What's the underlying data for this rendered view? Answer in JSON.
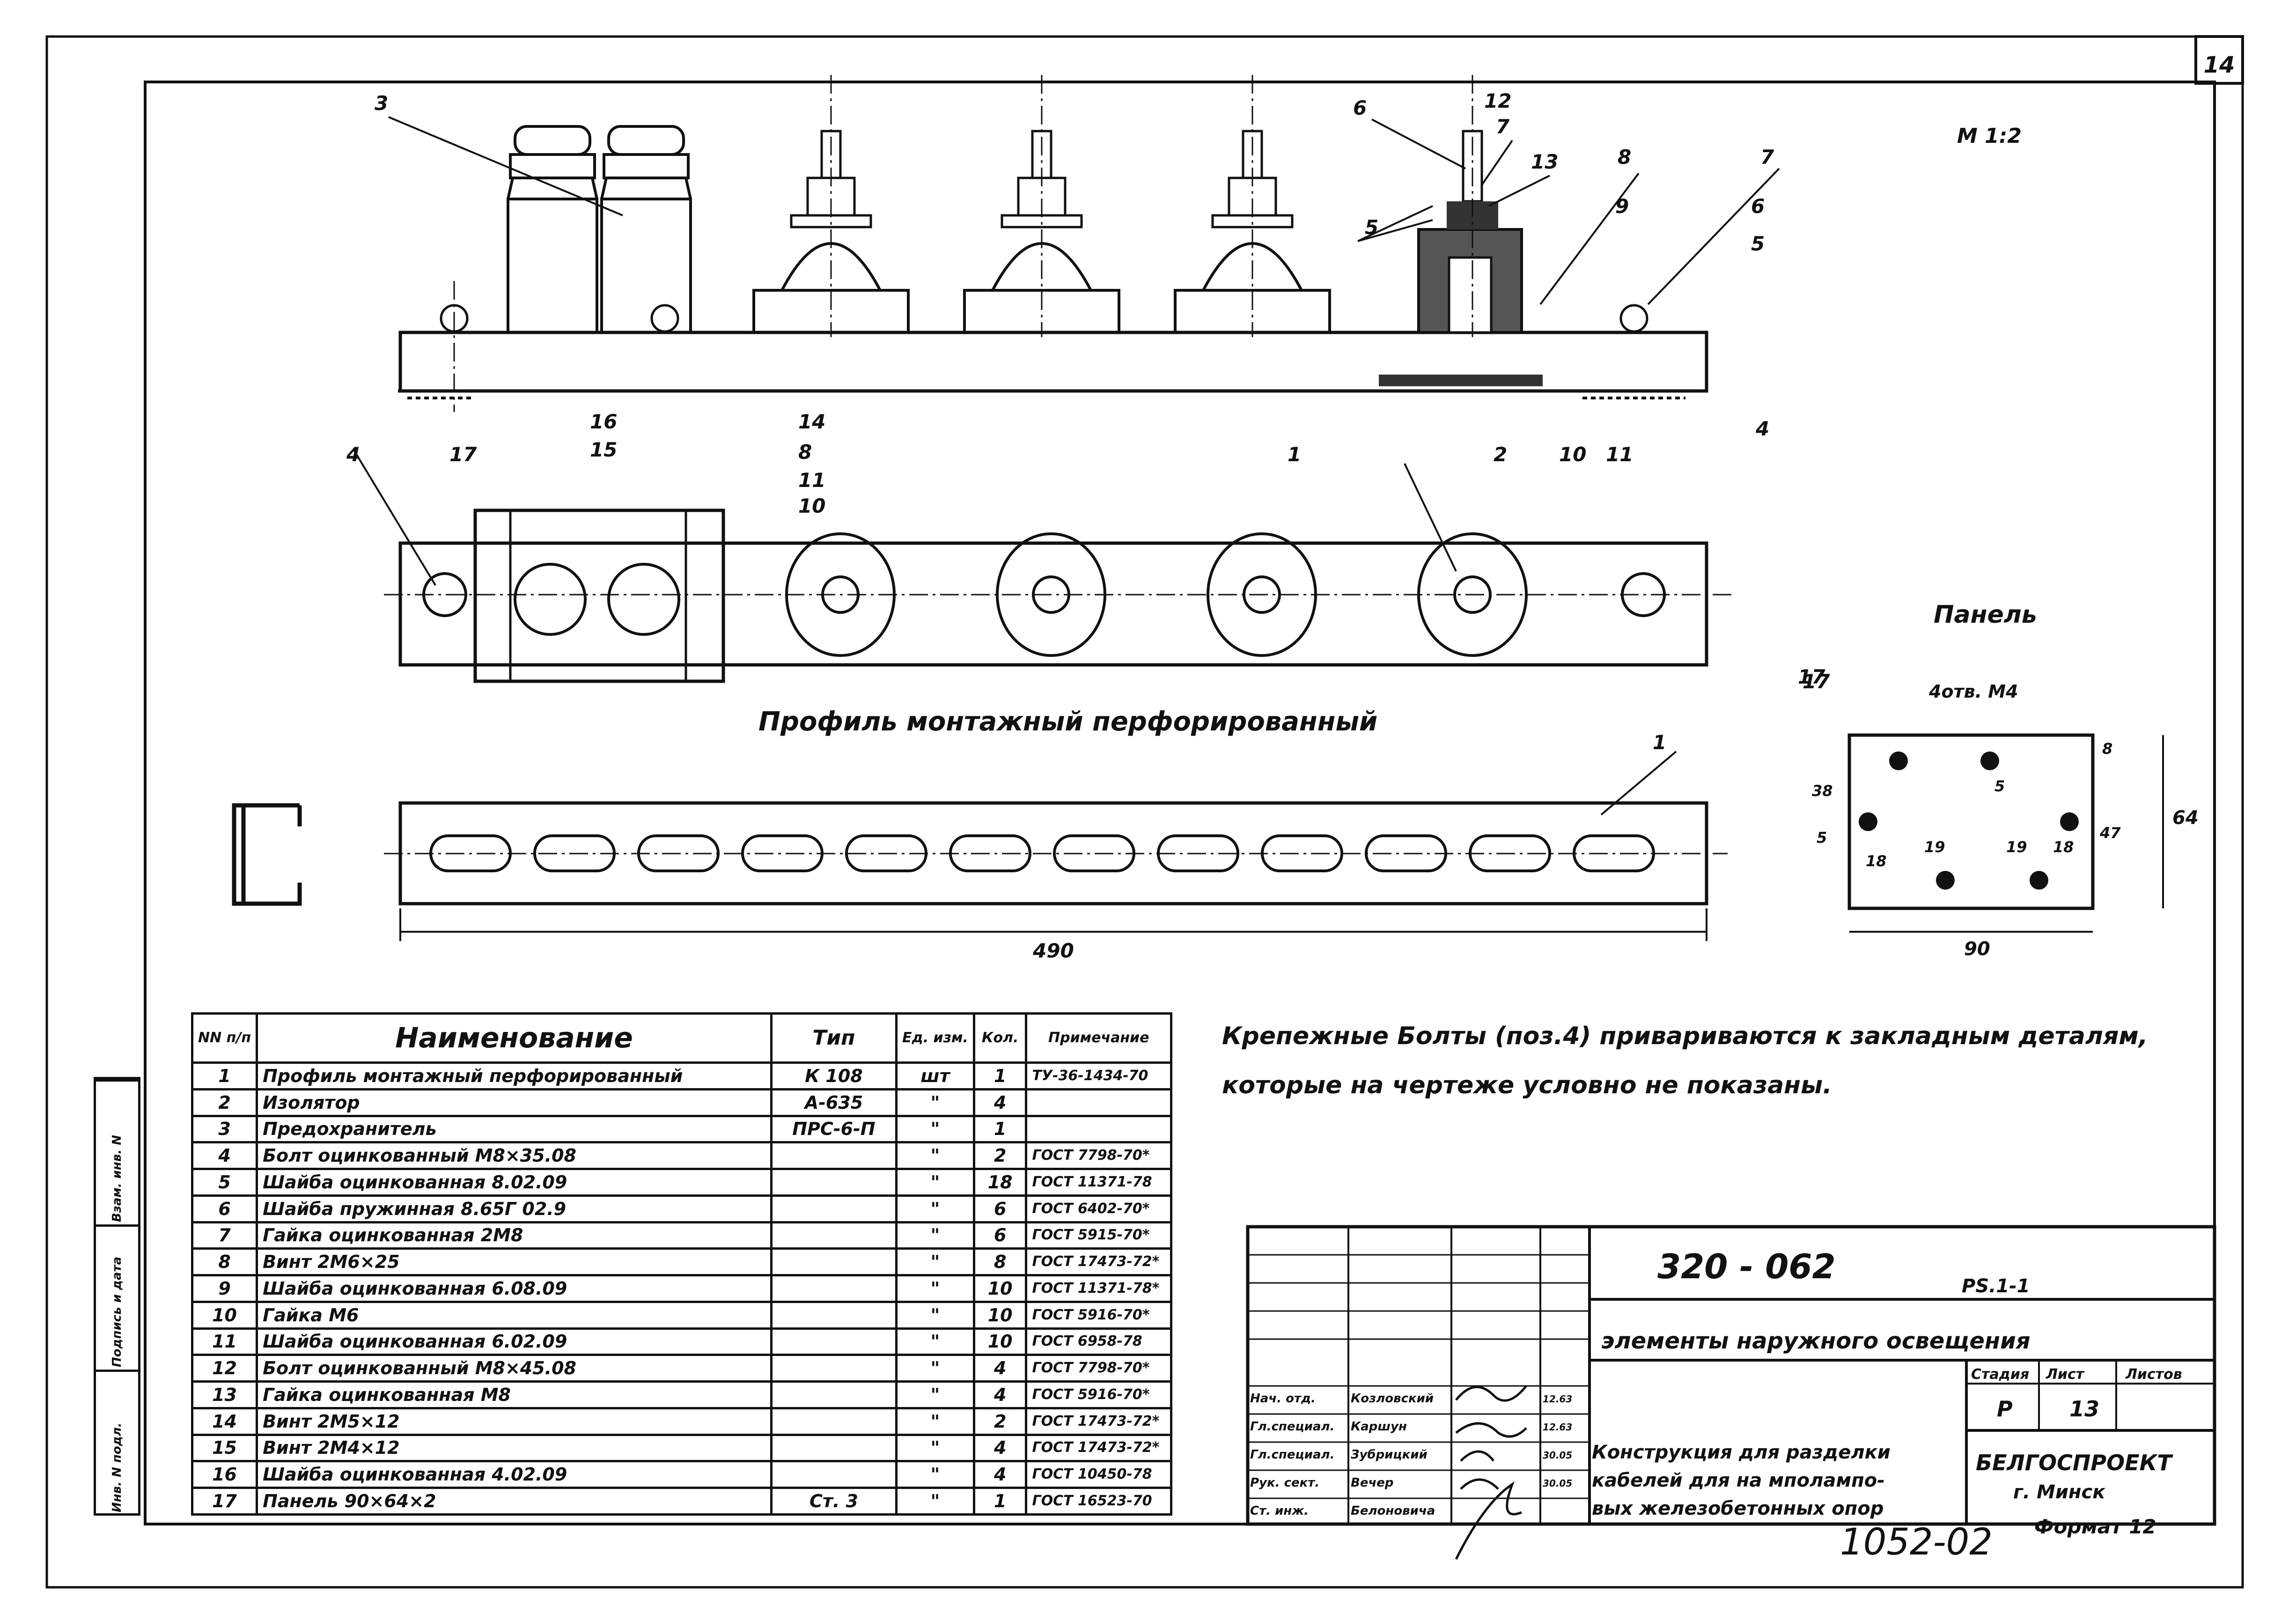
{
  "sheet_number": "14",
  "scale": "М 1:2",
  "section_titles": {
    "profile": "Профиль  монтажный  перфорированный",
    "panel": "Панель"
  },
  "callouts": [
    "3",
    "6",
    "12",
    "7",
    "13",
    "8",
    "5",
    "9",
    "7",
    "6",
    "5",
    "4",
    "17",
    "16",
    "15",
    "14",
    "8",
    "11",
    "10",
    "1",
    "2",
    "10",
    "11",
    "4",
    "1",
    "17"
  ],
  "panel_annotations": {
    "holes": "4отв. М4",
    "dims": [
      "38",
      "5",
      "18",
      "19",
      "5",
      "19",
      "18",
      "47",
      "8",
      "64",
      "90"
    ]
  },
  "profile_length": "490",
  "note": [
    "Крепежные  Болты (поз.4) привариваются к закладным деталям,",
    "которые  на  чертеже  условно  не  показаны."
  ],
  "spec_table": {
    "headers": {
      "no": "NN п/п",
      "name": "Наименование",
      "type": "Тип",
      "unit": "Ед. изм.",
      "qty": "Кол.",
      "note": "Примечание"
    },
    "rows": [
      {
        "no": "1",
        "name": "Профиль монтажный  перфорированный",
        "type": "К 108",
        "unit": "шт",
        "qty": "1",
        "note": "ТУ-36-1434-70"
      },
      {
        "no": "2",
        "name": "Изолятор",
        "type": "А-635",
        "unit": "\"",
        "qty": "4",
        "note": ""
      },
      {
        "no": "3",
        "name": "Предохранитель",
        "type": "ПРС-6-П",
        "unit": "\"",
        "qty": "1",
        "note": ""
      },
      {
        "no": "4",
        "name": "Болт  оцинкованный  М8×35.08",
        "type": "",
        "unit": "\"",
        "qty": "2",
        "note": "ГОСТ 7798-70*"
      },
      {
        "no": "5",
        "name": "Шайба  оцинкованная  8.02.09",
        "type": "",
        "unit": "\"",
        "qty": "18",
        "note": "ГОСТ 11371-78"
      },
      {
        "no": "6",
        "name": "Шайба  пружинная   8.65Г 02.9",
        "type": "",
        "unit": "\"",
        "qty": "6",
        "note": "ГОСТ 6402-70*"
      },
      {
        "no": "7",
        "name": "Гайка  оцинкованная   2М8",
        "type": "",
        "unit": "\"",
        "qty": "6",
        "note": "ГОСТ 5915-70*"
      },
      {
        "no": "8",
        "name": "Винт  2М6×25",
        "type": "",
        "unit": "\"",
        "qty": "8",
        "note": "ГОСТ 17473-72*"
      },
      {
        "no": "9",
        "name": "Шайба  оцинкованная  6.08.09",
        "type": "",
        "unit": "\"",
        "qty": "10",
        "note": "ГОСТ 11371-78*"
      },
      {
        "no": "10",
        "name": "Гайка  М6",
        "type": "",
        "unit": "\"",
        "qty": "10",
        "note": "ГОСТ 5916-70*"
      },
      {
        "no": "11",
        "name": "Шайба   оцинкованная  6.02.09",
        "type": "",
        "unit": "\"",
        "qty": "10",
        "note": "ГОСТ 6958-78"
      },
      {
        "no": "12",
        "name": "Болт  оцинкованный  М8×45.08",
        "type": "",
        "unit": "\"",
        "qty": "4",
        "note": "ГОСТ 7798-70*"
      },
      {
        "no": "13",
        "name": "Гайка  оцинкованная  М8",
        "type": "",
        "unit": "\"",
        "qty": "4",
        "note": "ГОСТ 5916-70*"
      },
      {
        "no": "14",
        "name": "Винт   2М5×12",
        "type": "",
        "unit": "\"",
        "qty": "2",
        "note": "ГОСТ 17473-72*"
      },
      {
        "no": "15",
        "name": "Винт   2М4×12",
        "type": "",
        "unit": "\"",
        "qty": "4",
        "note": "ГОСТ 17473-72*"
      },
      {
        "no": "16",
        "name": "Шайба  оцинкованная  4.02.09",
        "type": "",
        "unit": "\"",
        "qty": "4",
        "note": "ГОСТ 10450-78"
      },
      {
        "no": "17",
        "name": "Панель            90×64×2",
        "type": "Ст. 3",
        "unit": "\"",
        "qty": "1",
        "note": "ГОСТ 16523-70"
      }
    ]
  },
  "title_block": {
    "code": "320 - 062",
    "code_suffix": "РS.1-1",
    "subject": "элементы  наружного  освещения",
    "stage_label": "Стадия",
    "sheet_label": "Лист",
    "sheets_label": "Листов",
    "stage": "Р",
    "sheet": "13",
    "description": [
      "Конструкция для разделки",
      "кабелей для на мполампо-",
      "вых железобетонных опор"
    ],
    "org": "БЕЛГОСПРОЕКТ",
    "city": "г. Минск",
    "signers": [
      {
        "role": "Нач. отд.",
        "name": "Козловский",
        "date": "12.63"
      },
      {
        "role": "Гл.специал.",
        "name": "Каршун",
        "date": "12.63"
      },
      {
        "role": "Гл.специал.",
        "name": "Зубрицкий",
        "date": "30.05"
      },
      {
        "role": "Рук. сект.",
        "name": "Вечер",
        "date": "30.05"
      },
      {
        "role": "Ст. инж.",
        "name": "Белоновича",
        "date": ""
      }
    ]
  },
  "side_stamp": [
    "Инв. N подл.",
    "Подпись и дата",
    "Взам. инв. N"
  ],
  "drawing_number": "1052-02",
  "format_label": "Формат 12"
}
